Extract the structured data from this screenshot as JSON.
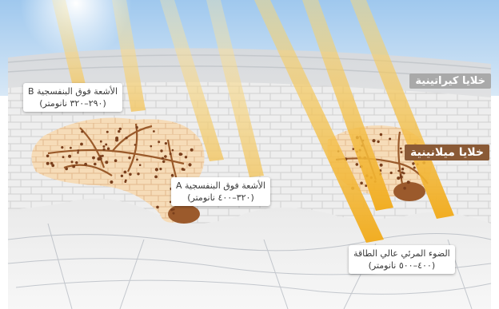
{
  "layers": {
    "keratin_label": "خلايا كيراتينية",
    "melanin_label": "خلايا ميلانينية"
  },
  "rays": {
    "uvb": {
      "title": "الأشعة فوق البنفسجية B",
      "range": "(٢٩٠–٣٢٠ نانومتر)"
    },
    "uva": {
      "title": "الأشعة فوق البنفسجية A",
      "range": "(٣٢٠–٤٠٠ نانومتر)"
    },
    "hev": {
      "title": "الضوء المرئي عالي الطاقة",
      "range": "(٤٠٠–٥٠٠ نانومتر)"
    }
  },
  "colors": {
    "sky": "#aacff0",
    "skin_top": "#d9dde2",
    "cells": "#ececec",
    "melanin_cells": "#f6d9b2",
    "melanin_dark": "#8a5a36",
    "uv_beam": "#f5d98a",
    "visible_beam": "#f3b531",
    "dermis": "#f1f1f1"
  }
}
